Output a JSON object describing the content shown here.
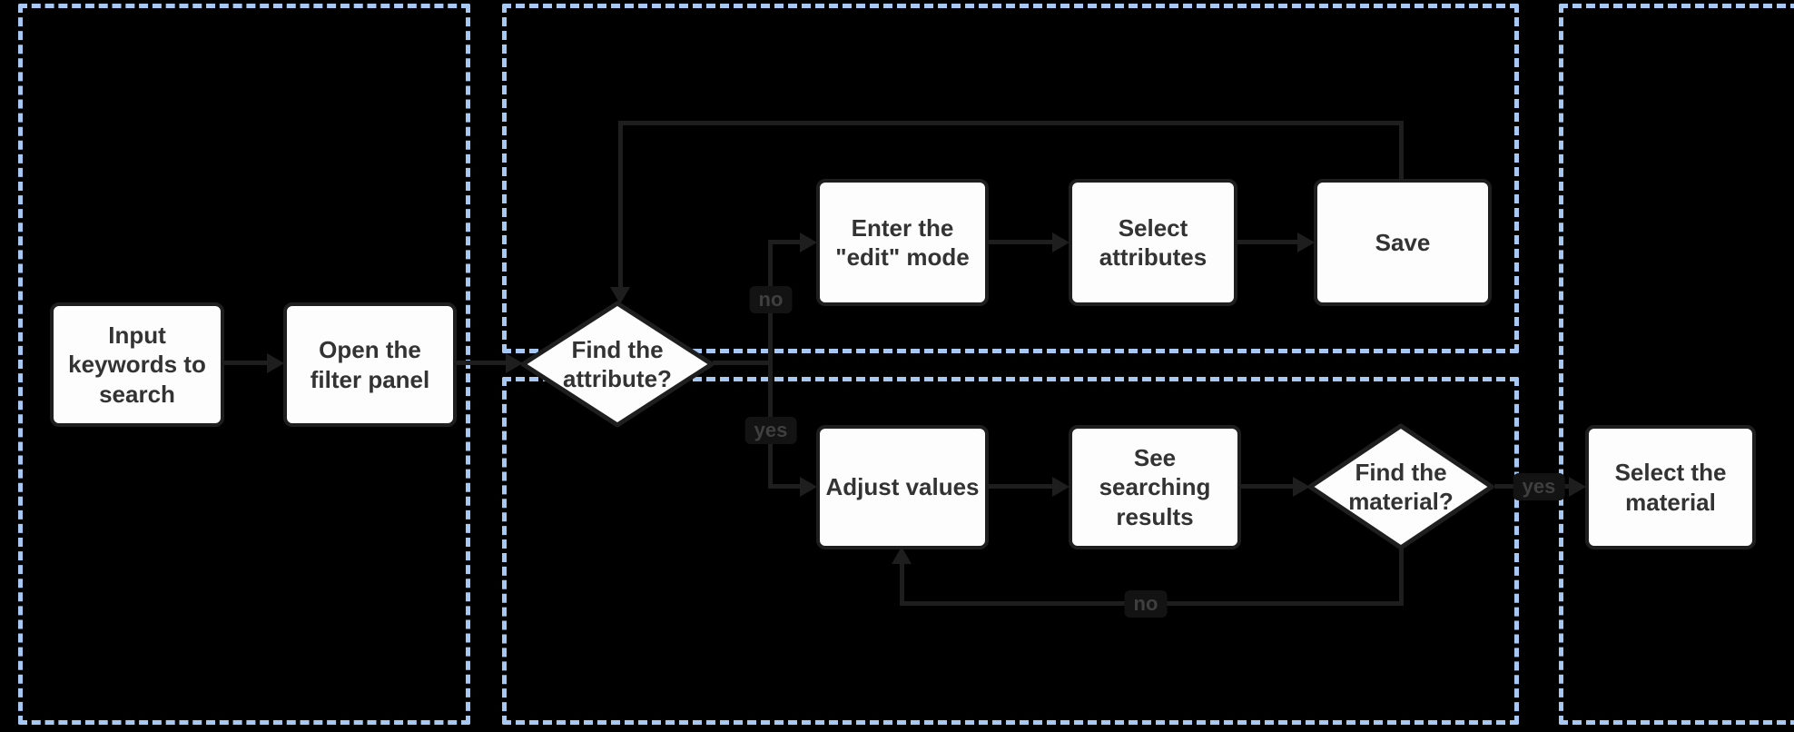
{
  "diagram": {
    "type": "flowchart",
    "background_color": "#000000",
    "palette": {
      "lane_border": "#a6c8f3",
      "node_fill": "#fdfdfd",
      "node_border": "#1e1e1e",
      "node_text": "#333333",
      "arrow": "#1e1e1e",
      "edge_label_text": "#3f3f3f",
      "edge_label_bg": "#131313"
    },
    "lanes": [
      {
        "id": "left-lane"
      },
      {
        "id": "top-middle-lane"
      },
      {
        "id": "bottom-middle-lane"
      },
      {
        "id": "right-lane"
      }
    ],
    "nodes": [
      {
        "id": "input-keywords",
        "type": "process",
        "lane": "left-lane",
        "label": [
          "Input",
          "keywords to",
          "search"
        ]
      },
      {
        "id": "open-filter",
        "type": "process",
        "lane": "left-lane",
        "label": [
          "Open the",
          "filter panel"
        ]
      },
      {
        "id": "find-attribute",
        "type": "decision",
        "lane": "middle",
        "label": [
          "Find the",
          "attribute?"
        ]
      },
      {
        "id": "enter-edit-mode",
        "type": "process",
        "lane": "top-middle-lane",
        "label": [
          "Enter the",
          "\"edit\" mode"
        ]
      },
      {
        "id": "select-attributes",
        "type": "process",
        "lane": "top-middle-lane",
        "label": [
          "Select",
          "attributes"
        ]
      },
      {
        "id": "save",
        "type": "process",
        "lane": "top-middle-lane",
        "label": [
          "Save"
        ]
      },
      {
        "id": "adjust-values",
        "type": "process",
        "lane": "bottom-middle-lane",
        "label": [
          "Adjust values"
        ]
      },
      {
        "id": "see-results",
        "type": "process",
        "lane": "bottom-middle-lane",
        "label": [
          "See",
          "searching",
          "results"
        ]
      },
      {
        "id": "find-material",
        "type": "decision",
        "lane": "bottom-middle-lane",
        "label": [
          "Find the",
          "material?"
        ]
      },
      {
        "id": "select-material",
        "type": "process",
        "lane": "right-lane",
        "label": [
          "Select the",
          "material"
        ]
      }
    ],
    "edges": [
      {
        "from": "input-keywords",
        "to": "open-filter",
        "label": ""
      },
      {
        "from": "open-filter",
        "to": "find-attribute",
        "label": ""
      },
      {
        "from": "find-attribute",
        "to": "enter-edit-mode",
        "label": "no"
      },
      {
        "from": "enter-edit-mode",
        "to": "select-attributes",
        "label": ""
      },
      {
        "from": "select-attributes",
        "to": "save",
        "label": ""
      },
      {
        "from": "save",
        "to": "find-attribute",
        "label": ""
      },
      {
        "from": "find-attribute",
        "to": "adjust-values",
        "label": "yes"
      },
      {
        "from": "adjust-values",
        "to": "see-results",
        "label": ""
      },
      {
        "from": "see-results",
        "to": "find-material",
        "label": ""
      },
      {
        "from": "find-material",
        "to": "select-material",
        "label": "yes"
      },
      {
        "from": "find-material",
        "to": "adjust-values",
        "label": "no"
      }
    ]
  }
}
